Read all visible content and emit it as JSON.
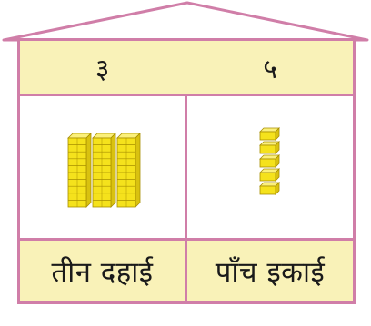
{
  "colors": {
    "outline": "#d07ea8",
    "header_fill": "#f9f2b8",
    "block_fill": "#f5e21c",
    "block_stroke": "#a88f00"
  },
  "header": {
    "tens_digit": "३",
    "ones_digit": "५"
  },
  "blocks": {
    "tens_rods": 3,
    "unit_cubes": 5
  },
  "footer": {
    "tens_label": "तीन दहाई",
    "ones_label": "पाँच इकाई"
  }
}
